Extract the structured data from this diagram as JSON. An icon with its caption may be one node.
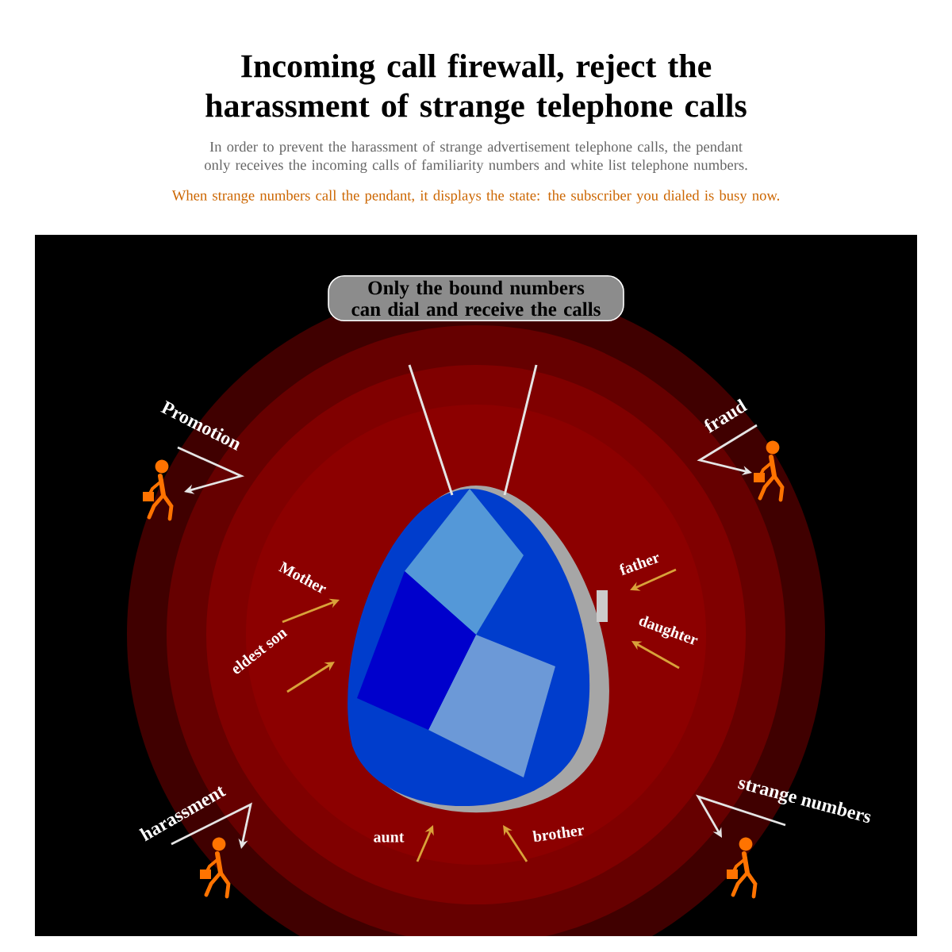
{
  "diagram": {
    "title": "Incoming call firewall, reject the harassment of strange telephone calls",
    "nodes": [
      {
        "text": [
          "Only the bound numbers can dial and receive the calls"
        ]
      },
      {
        "text": [],
        "shape": "person",
        "beside": [
          "Promotion"
        ]
      },
      {
        "text": [],
        "shape": "person",
        "beside": [
          "fraud"
        ]
      },
      {
        "text": [],
        "shape": "person",
        "beside": [
          "harassment"
        ]
      },
      {
        "text": [],
        "shape": "person",
        "beside": [
          "strange numbers"
        ]
      }
    ],
    "labels": [
      "In order to prevent the harassment of strange advertisement telephone calls, the pendant only receives the incoming calls of familiarity numbers and white list telephone numbers.",
      "When strange numbers call the pendant, it displays the state: the subscriber you dialed is busy now.",
      "Mother",
      "father",
      "eldest son",
      "daughter",
      "aunt",
      "brother"
    ]
  }
}
